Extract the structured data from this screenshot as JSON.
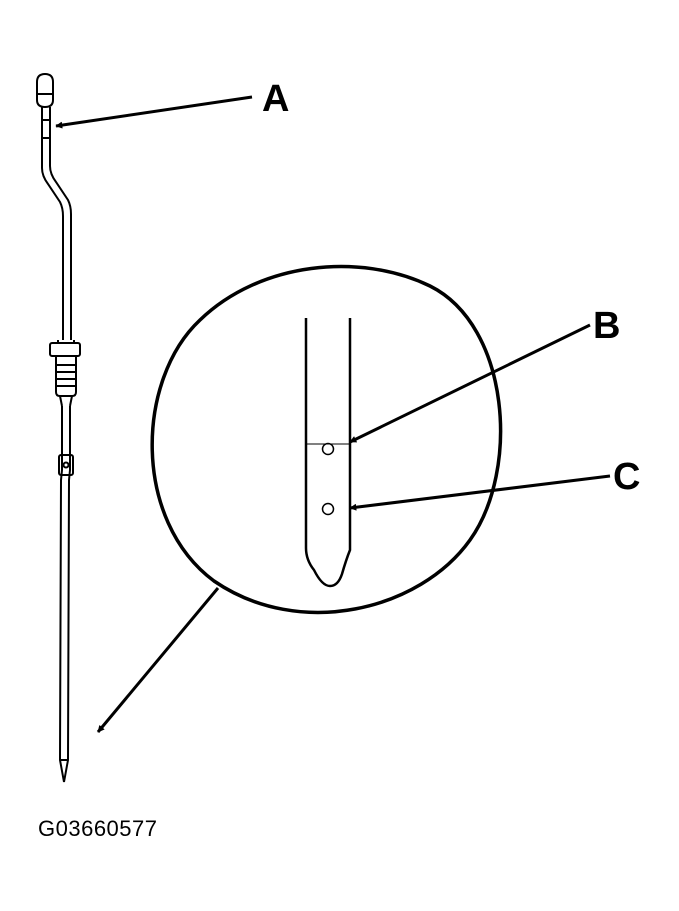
{
  "callouts": {
    "a": "A",
    "b": "B",
    "c": "C"
  },
  "figure_id": "G03660577",
  "colors": {
    "ink": "#000000",
    "paper": "#ffffff"
  }
}
